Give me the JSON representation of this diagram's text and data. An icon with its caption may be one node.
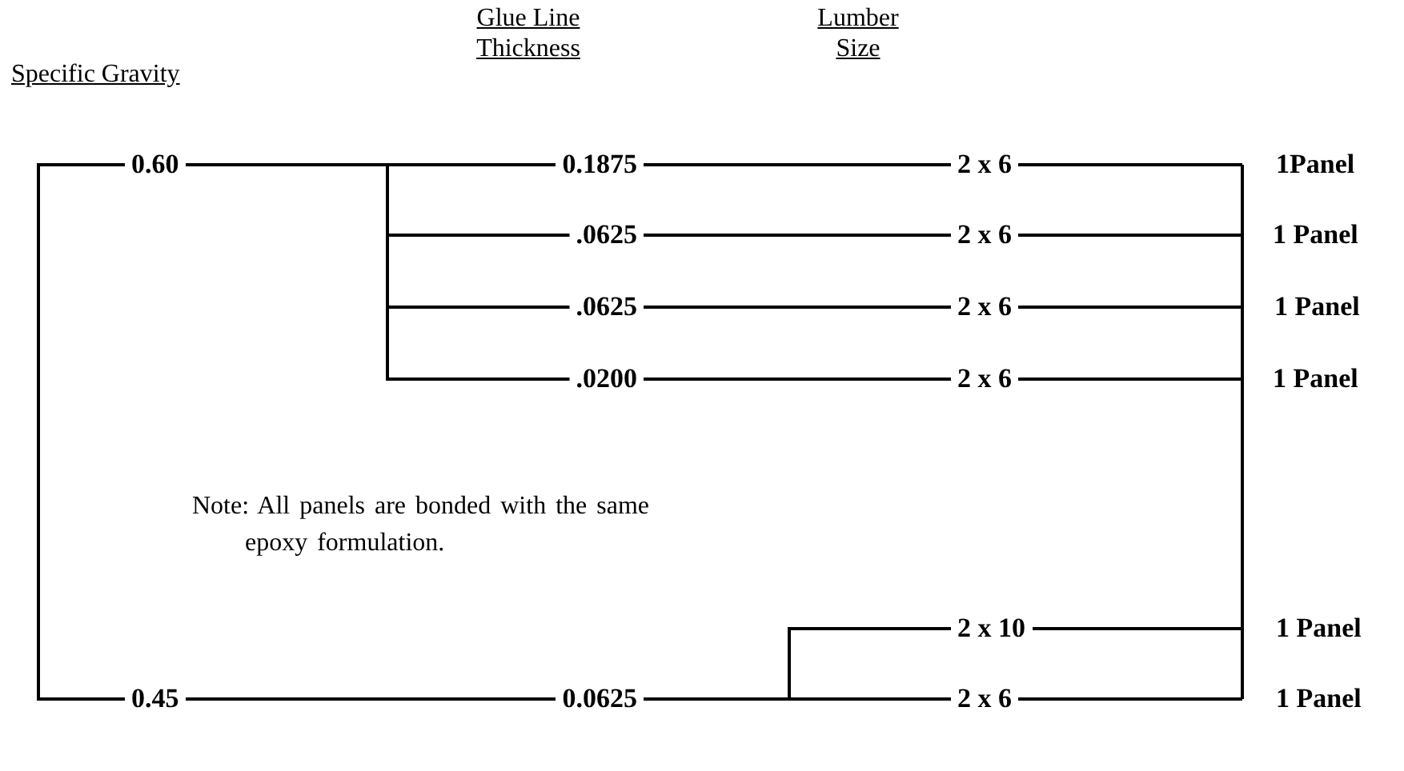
{
  "diagram": {
    "nodes": [
      {
        "text": [
          "0.60"
        ]
      },
      {
        "text": [
          "0.1875"
        ]
      },
      {
        "text": [
          ".0625"
        ]
      },
      {
        "text": [
          ".0625"
        ]
      },
      {
        "text": [
          ".0200"
        ]
      },
      {
        "text": [
          "2 x 6"
        ]
      },
      {
        "text": [
          "2 x 6"
        ]
      },
      {
        "text": [
          "2 x 6"
        ]
      },
      {
        "text": [
          "2 x 6"
        ]
      },
      {
        "text": [
          "0.45"
        ]
      },
      {
        "text": [
          "0.0625"
        ]
      },
      {
        "text": [
          "2 x 10"
        ]
      },
      {
        "text": [
          "2 x 6"
        ]
      }
    ],
    "edges": [
      {
        "from": 0,
        "to": 1,
        "arrow": "none"
      },
      {
        "from": 0,
        "to": 2,
        "arrow": "none"
      },
      {
        "from": 0,
        "to": 3,
        "arrow": "none"
      },
      {
        "from": 0,
        "to": 4,
        "arrow": "none"
      },
      {
        "from": 1,
        "to": 5,
        "arrow": "none"
      },
      {
        "from": 2,
        "to": 6,
        "arrow": "none"
      },
      {
        "from": 3,
        "to": 7,
        "arrow": "none"
      },
      {
        "from": 4,
        "to": 8,
        "arrow": "none"
      },
      {
        "from": 0,
        "to": 9,
        "arrow": "none"
      },
      {
        "from": 9,
        "to": 10,
        "arrow": "none"
      },
      {
        "from": 10,
        "to": 11,
        "arrow": "none"
      },
      {
        "from": 10,
        "to": 12,
        "arrow": "none"
      }
    ],
    "labels": [
      "Specific Gravity",
      "Glue Line Thickness",
      "Lumber Size",
      "Note: All panels are bonded with the same epoxy formulation.",
      "1Panel",
      "1 Panel",
      "1 Panel",
      "1 Panel",
      "1 Panel",
      "1 Panel"
    ]
  }
}
